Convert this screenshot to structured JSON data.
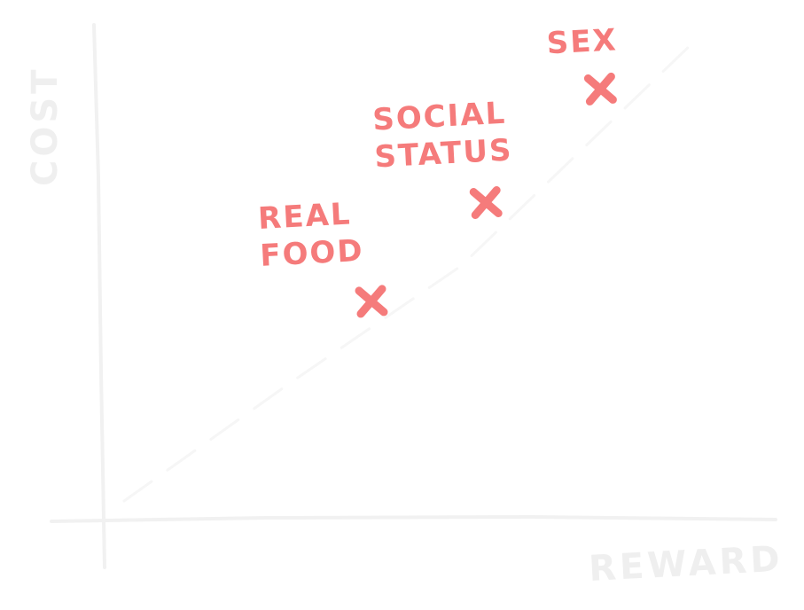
{
  "chart_data": {
    "type": "scatter",
    "xlabel": "REWARD",
    "ylabel": "COST",
    "trend_line": true,
    "points": [
      {
        "label": "REAL FOOD",
        "label_lines": [
          "REAL",
          "FOOD"
        ],
        "x": 0.4,
        "y": 0.44
      },
      {
        "label": "SOCIAL STATUS",
        "label_lines": [
          "SOCIAL",
          "STATUS"
        ],
        "x": 0.57,
        "y": 0.64
      },
      {
        "label": "SEX",
        "label_lines": [
          "SEX"
        ],
        "x": 0.74,
        "y": 0.87
      }
    ],
    "colors": {
      "points": "#f57b7b",
      "axes": "#f1f1f1"
    }
  }
}
